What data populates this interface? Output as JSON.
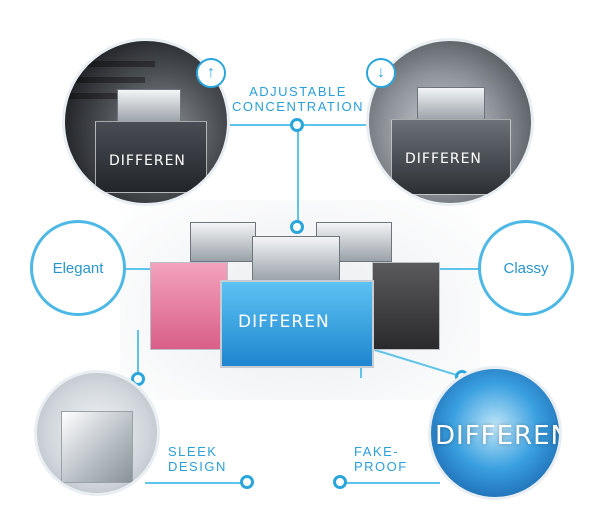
{
  "features": {
    "adjustable_line1": "ADJUSTABLE",
    "adjustable_line2": "CONCENTRATION",
    "elegant": "Elegant",
    "classy": "Classy",
    "sleek_line1": "SLEEK",
    "sleek_line2": "DESIGN",
    "fake_line1": "FAKE-",
    "fake_line2": "PROOF"
  },
  "product": {
    "brand": "DIFFEREN"
  },
  "icons": {
    "up": "arrow-up-icon",
    "down": "arrow-down-icon"
  },
  "colors": {
    "accent": "#2aa6dd",
    "line": "#5fc4ea",
    "blue_bottle": "#2f9fe0",
    "pink_bottle": "#e87aa0",
    "dark_bottle": "#3b3b3d"
  }
}
